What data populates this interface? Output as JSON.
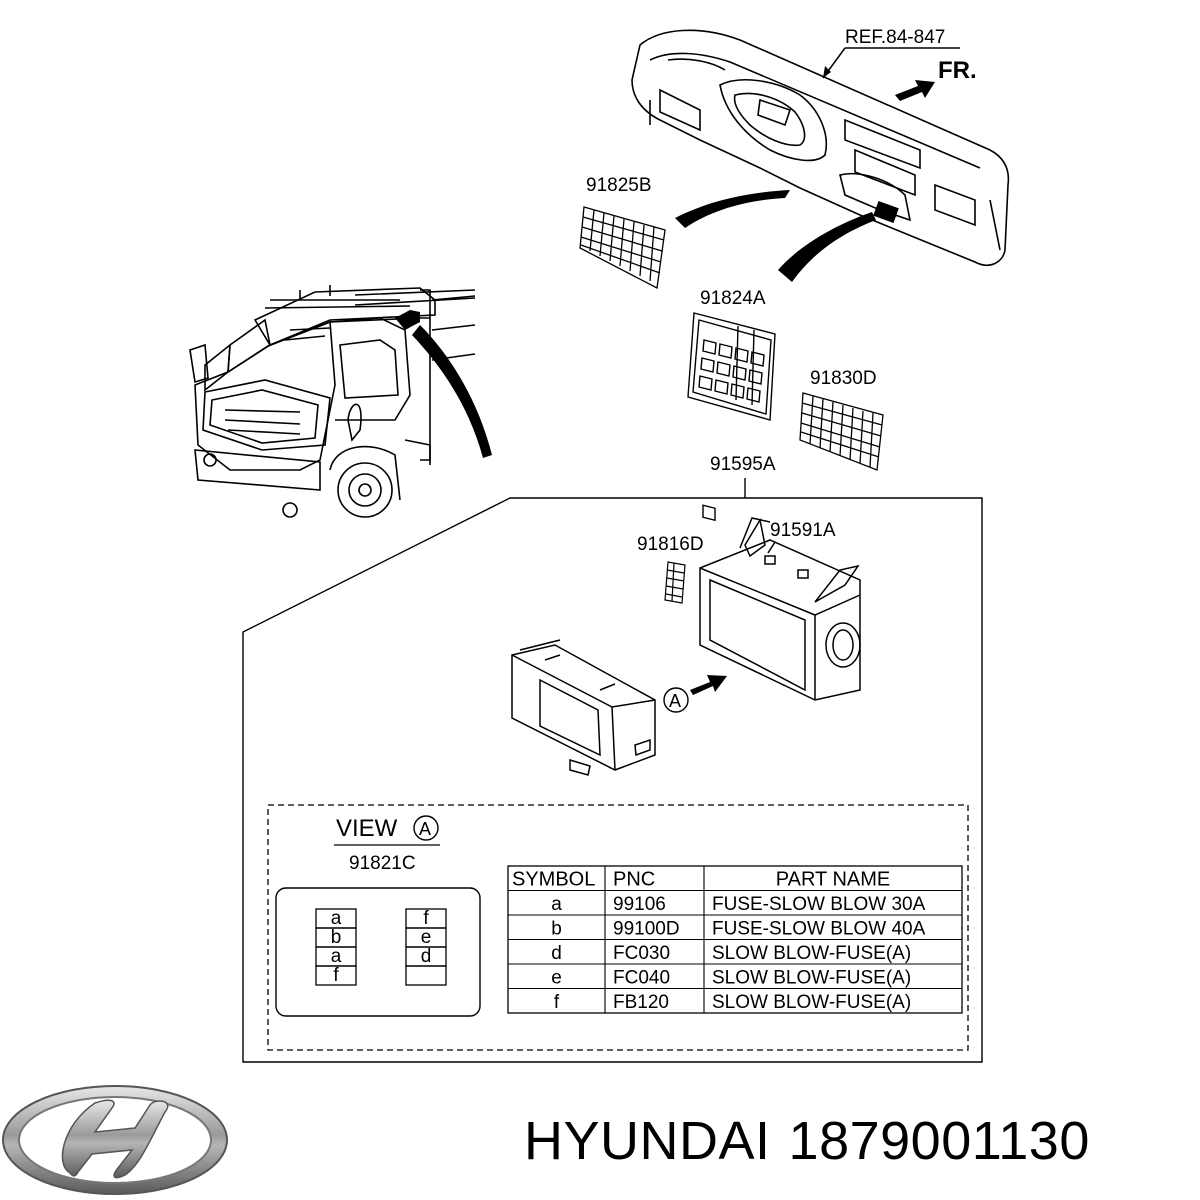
{
  "ref_label": "REF.84-847",
  "front_label": "FR.",
  "parts": {
    "p1": "91825B",
    "p2": "91824A",
    "p3": "91830D",
    "p4": "91595A",
    "p5": "91816D",
    "p6": "91591A"
  },
  "view_marker": "A",
  "view_title": "VIEW",
  "fuse_box_part": "91821C",
  "fuse_left": [
    "a",
    "b",
    "a",
    "f"
  ],
  "fuse_right": [
    "f",
    "e",
    "d",
    ""
  ],
  "table": {
    "headers": [
      "SYMBOL",
      "PNC",
      "PART NAME"
    ],
    "rows": [
      [
        "a",
        "99106",
        "FUSE-SLOW BLOW 30A"
      ],
      [
        "b",
        "99100D",
        "FUSE-SLOW BLOW 40A"
      ],
      [
        "d",
        "FC030",
        "SLOW BLOW-FUSE(A)"
      ],
      [
        "e",
        "FC040",
        "SLOW BLOW-FUSE(A)"
      ],
      [
        "f",
        "FB120",
        "SLOW BLOW-FUSE(A)"
      ]
    ]
  },
  "brand": {
    "name": "HYUNDAI",
    "part_number": "1879001130",
    "logo": "hyundai-logo"
  }
}
